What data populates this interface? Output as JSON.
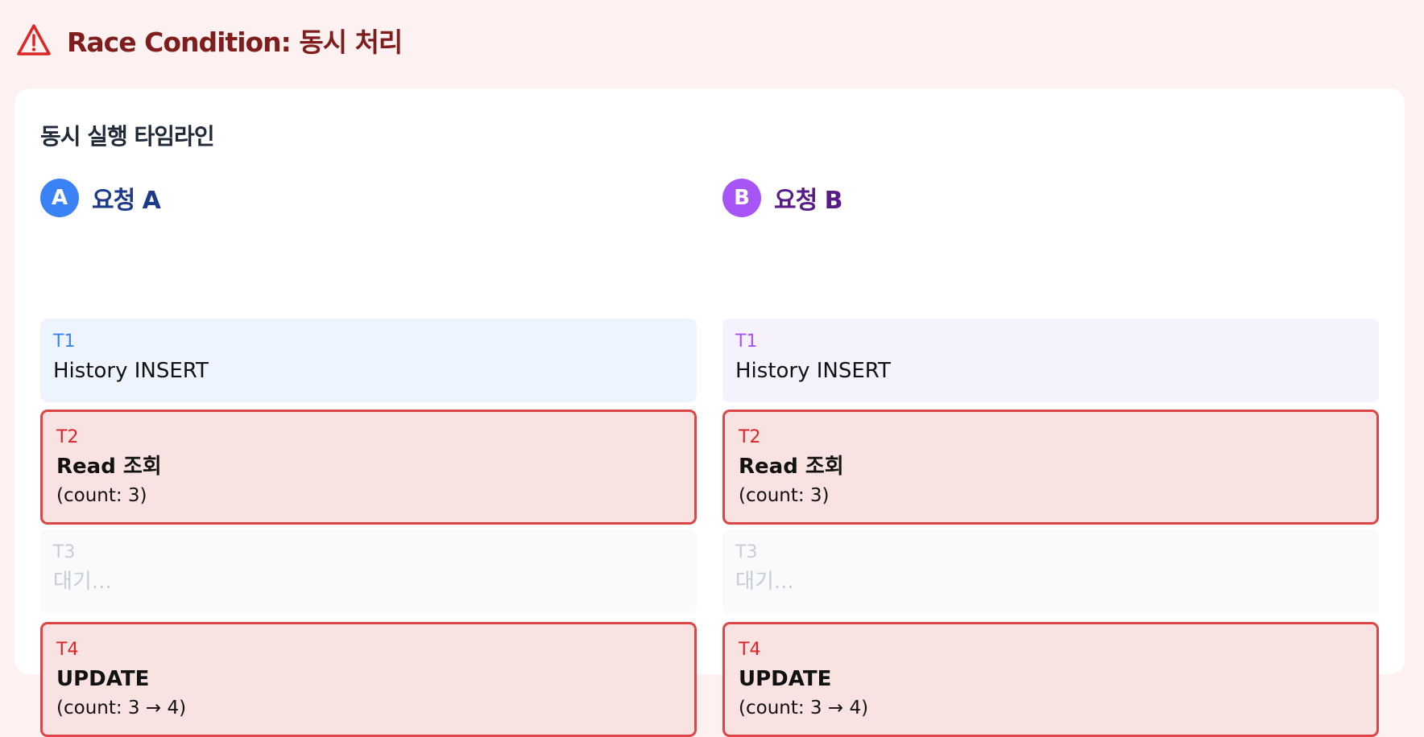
{
  "header": {
    "title": "Race Condition: 동시 처리",
    "icon": "warning-triangle-icon"
  },
  "panel": {
    "title": "동시 실행 타임라인"
  },
  "columns": {
    "a": {
      "badge": "A",
      "label": "요청 A",
      "accent": "#3b82f6",
      "label_color": "#1e3a8a",
      "t1_bg": "#eef4fd",
      "steps": {
        "t1": {
          "time": "T1",
          "action": "History INSERT"
        },
        "t2": {
          "time": "T2",
          "action": "Read 조회",
          "detail": "(count: 3)"
        },
        "t3": {
          "time": "T3",
          "action": "대기..."
        },
        "t4": {
          "time": "T4",
          "action": "UPDATE",
          "detail": "(count: 3 → 4)"
        }
      }
    },
    "b": {
      "badge": "B",
      "label": "요청 B",
      "accent": "#a855f7",
      "label_color": "#581c87",
      "t1_bg": "#f6f2fd",
      "steps": {
        "t1": {
          "time": "T1",
          "action": "History INSERT"
        },
        "t2": {
          "time": "T2",
          "action": "Read 조회",
          "detail": "(count: 3)"
        },
        "t3": {
          "time": "T3",
          "action": "대기..."
        },
        "t4": {
          "time": "T4",
          "action": "UPDATE",
          "detail": "(count: 3 → 4)"
        }
      }
    }
  },
  "colors": {
    "alert_border": "#dc4646",
    "alert_bg": "#f9e2e2",
    "alert_text": "#dc2626",
    "title_text": "#7f1d1d",
    "page_bg": "#fdf1f1"
  }
}
